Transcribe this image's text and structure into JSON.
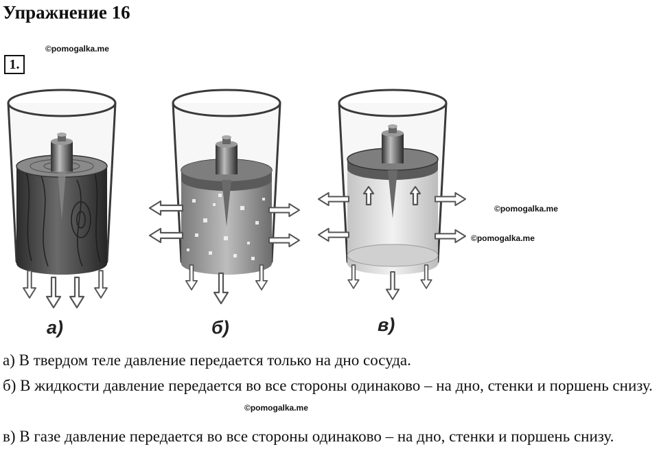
{
  "title": "Упражнение 16",
  "item_number": "1.",
  "watermarks": [
    "©pomogalka.me",
    "©pomogalka.me",
    "©pomogalka.me",
    "©pomogalka.me"
  ],
  "figure": {
    "captions": [
      "а)",
      "б)",
      "в)"
    ],
    "icon": "three-vessels-pressure-illustration"
  },
  "answers": [
    "а) В твердом теле давление передается только на дно сосуда.",
    "б) В жидкости давление передается во все стороны одинаково – на дно, стенки и поршень снизу.",
    "в) В газе давление передается во все стороны одинаково – на дно, стенки и поршень снизу."
  ]
}
